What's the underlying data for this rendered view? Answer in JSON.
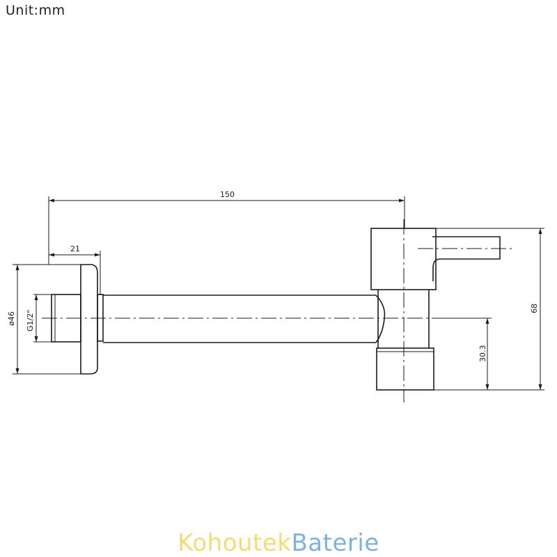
{
  "unit_label": "Unit:mm",
  "dimensions": {
    "length": "150",
    "thread_depth": "21",
    "flange_diameter": "ø46",
    "thread_size": "G1/2\"",
    "outlet_height": "30.3",
    "total_height": "68"
  },
  "brand": {
    "part1": "Kohoutek",
    "part2": "Baterie",
    "part1_color": "#f3db7a",
    "part2_color": "#7fb0e0"
  }
}
